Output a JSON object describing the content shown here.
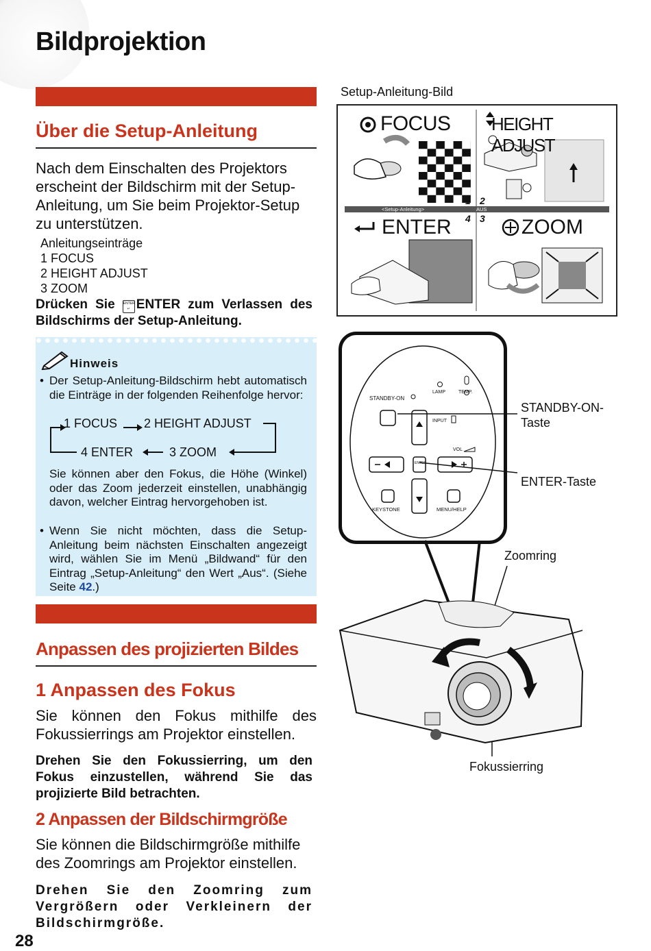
{
  "page": {
    "title": "Bildprojektion",
    "page_number": "28"
  },
  "setup_section": {
    "title": "Über die Setup-Anleitung",
    "intro": "Nach dem Einschalten des Projektors erscheint der Bildschirm mit der Setup-Anleitung, um Sie beim Projektor-Setup zu unterstützen.",
    "items_label": "Anleitungseinträge",
    "items": [
      "1 FOCUS",
      "2 HEIGHT ADJUST",
      "3 ZOOM"
    ],
    "exit_pre": "Drücken Sie ",
    "exit_key": "ENTER",
    "exit_post": " zum Verlassen des Bildschirms der Setup-Anleitung."
  },
  "note": {
    "title": "Hinweis",
    "bullet1": "Der Setup-Anleitung-Bildschirm hebt automatisch die Einträge in der folgenden Reihenfolge hervor:",
    "flow": [
      "1 FOCUS",
      "2 HEIGHT ADJUST",
      "3 ZOOM",
      "4 ENTER"
    ],
    "para2": "Sie können aber den Fokus, die Höhe (Winkel) oder das Zoom jederzeit einstellen, unabhängig davon, welcher Eintrag hervorgehoben ist.",
    "bullet2": "Wenn Sie nicht möchten, dass die Setup-Anleitung beim nächsten Einschalten angezeigt wird, wählen Sie im Menü „Bildwand“ für den Eintrag „Setup-Anleitung“ den Wert „Aus“. (Siehe Seite ",
    "page_ref": "42",
    "bullet2_end": ".)"
  },
  "figure": {
    "caption": "Setup-Anleitung-Bild",
    "focus": "FOCUS",
    "height_adjust": "HEIGHT ADJUST",
    "enter": "ENTER",
    "zoom": "ZOOM",
    "bar_label": "<Setup-Anleitung>",
    "aus": "AUS",
    "num1": "1",
    "num2": "2",
    "num3": "3",
    "num4": "4"
  },
  "control_panel": {
    "standby_on": "STANDBY-ON",
    "lamp": "LAMP",
    "temp": "TEMP.",
    "input": "INPUT",
    "vol": "VOL",
    "enter": "ENTER",
    "keystone": "KEYSTONE",
    "menu_help": "MENU/HELP"
  },
  "callouts": {
    "standby": "STANDBY-ON-Taste",
    "enter": "ENTER-Taste",
    "zoomring": "Zoomring",
    "fokussierring": "Fokussierring"
  },
  "adjust_section": {
    "title": "Anpassen des projizierten Bildes",
    "focus_title": "1 Anpassen des Fokus",
    "focus_text": "Sie können den Fokus mithilfe des Fokussierrings am Projektor einstellen.",
    "focus_bold": "Drehen Sie den Fokussierring, um den Fokus einzustellen, während Sie das projizierte Bild betrachten.",
    "size_title": "2 Anpassen der Bildschirmgröße",
    "size_text": "Sie können die Bildschirmgröße mithilfe des Zoomrings am Projektor einstellen.",
    "size_bold": "Drehen Sie den Zoomring zum Vergrößern oder Verkleinern der Bildschirmgröße."
  },
  "colors": {
    "accent_red": "#c8341c",
    "note_blue": "#d8eef8",
    "link_blue": "#1f4aa0"
  }
}
